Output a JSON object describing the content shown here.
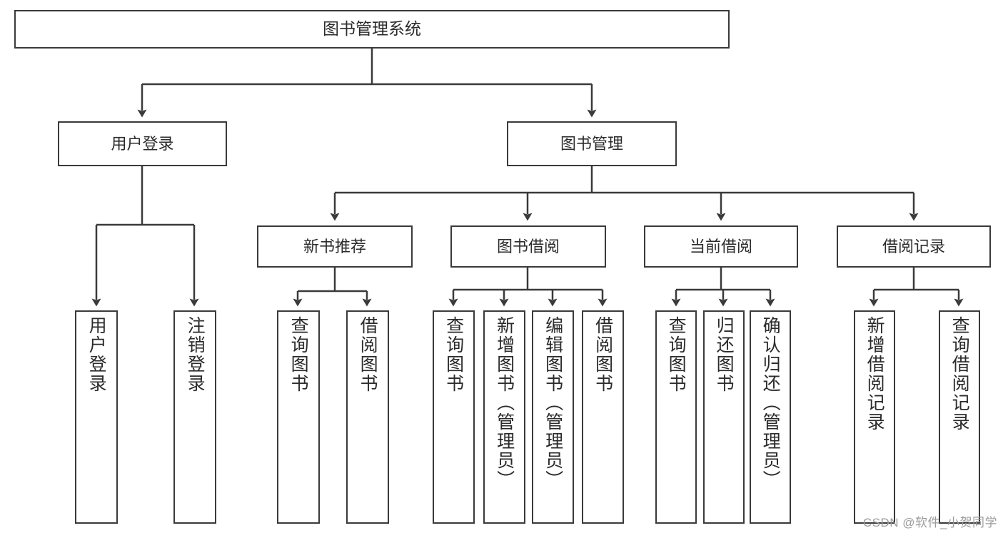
{
  "diagram": {
    "title": "图书管理系统",
    "watermark": "CSDN @软件_小贺同学",
    "line_color": "#3a3a3a",
    "box_fill": "#ffffff",
    "text_color": "#2b2b2b",
    "root": {
      "label": "图书管理系统"
    },
    "level2": [
      {
        "label": "用户登录"
      },
      {
        "label": "图书管理"
      }
    ],
    "level3": [
      {
        "label": "新书推荐"
      },
      {
        "label": "图书借阅"
      },
      {
        "label": "当前借阅"
      },
      {
        "label": "借阅记录"
      }
    ],
    "leaves": {
      "user_login": [
        {
          "label": "用户登录"
        },
        {
          "label": "注销登录"
        }
      ],
      "new_book_recommend": [
        {
          "label": "查询图书"
        },
        {
          "label": "借阅图书"
        }
      ],
      "book_borrow": [
        {
          "label": "查询图书"
        },
        {
          "label": "新增图书（管理员）"
        },
        {
          "label": "编辑图书（管理员）"
        },
        {
          "label": "借阅图书"
        }
      ],
      "current_borrow": [
        {
          "label": "查询图书"
        },
        {
          "label": "归还图书"
        },
        {
          "label": "确认归还（管理员）"
        }
      ],
      "borrow_record": [
        {
          "label": "新增借阅记录"
        },
        {
          "label": "查询借阅记录"
        }
      ]
    }
  },
  "chart_data": {
    "type": "table",
    "title": "图书管理系统",
    "nodes": [
      {
        "id": "root",
        "label": "图书管理系统",
        "level": 0,
        "parent": null
      },
      {
        "id": "user-login",
        "label": "用户登录",
        "level": 1,
        "parent": "root"
      },
      {
        "id": "book-manage",
        "label": "图书管理",
        "level": 1,
        "parent": "root"
      },
      {
        "id": "new-book",
        "label": "新书推荐",
        "level": 2,
        "parent": "book-manage"
      },
      {
        "id": "book-borrow",
        "label": "图书借阅",
        "level": 2,
        "parent": "book-manage"
      },
      {
        "id": "current-borrow",
        "label": "当前借阅",
        "level": 2,
        "parent": "book-manage"
      },
      {
        "id": "borrow-record",
        "label": "借阅记录",
        "level": 2,
        "parent": "book-manage"
      },
      {
        "id": "ul-1",
        "label": "用户登录",
        "level": 2,
        "parent": "user-login"
      },
      {
        "id": "ul-2",
        "label": "注销登录",
        "level": 2,
        "parent": "user-login"
      },
      {
        "id": "nb-1",
        "label": "查询图书",
        "level": 3,
        "parent": "new-book"
      },
      {
        "id": "nb-2",
        "label": "借阅图书",
        "level": 3,
        "parent": "new-book"
      },
      {
        "id": "bb-1",
        "label": "查询图书",
        "level": 3,
        "parent": "book-borrow"
      },
      {
        "id": "bb-2",
        "label": "新增图书（管理员）",
        "level": 3,
        "parent": "book-borrow"
      },
      {
        "id": "bb-3",
        "label": "编辑图书（管理员）",
        "level": 3,
        "parent": "book-borrow"
      },
      {
        "id": "bb-4",
        "label": "借阅图书",
        "level": 3,
        "parent": "book-borrow"
      },
      {
        "id": "cb-1",
        "label": "查询图书",
        "level": 3,
        "parent": "current-borrow"
      },
      {
        "id": "cb-2",
        "label": "归还图书",
        "level": 3,
        "parent": "current-borrow"
      },
      {
        "id": "cb-3",
        "label": "确认归还（管理员）",
        "level": 3,
        "parent": "current-borrow"
      },
      {
        "id": "br-1",
        "label": "新增借阅记录",
        "level": 3,
        "parent": "borrow-record"
      },
      {
        "id": "br-2",
        "label": "查询借阅记录",
        "level": 3,
        "parent": "borrow-record"
      }
    ]
  }
}
